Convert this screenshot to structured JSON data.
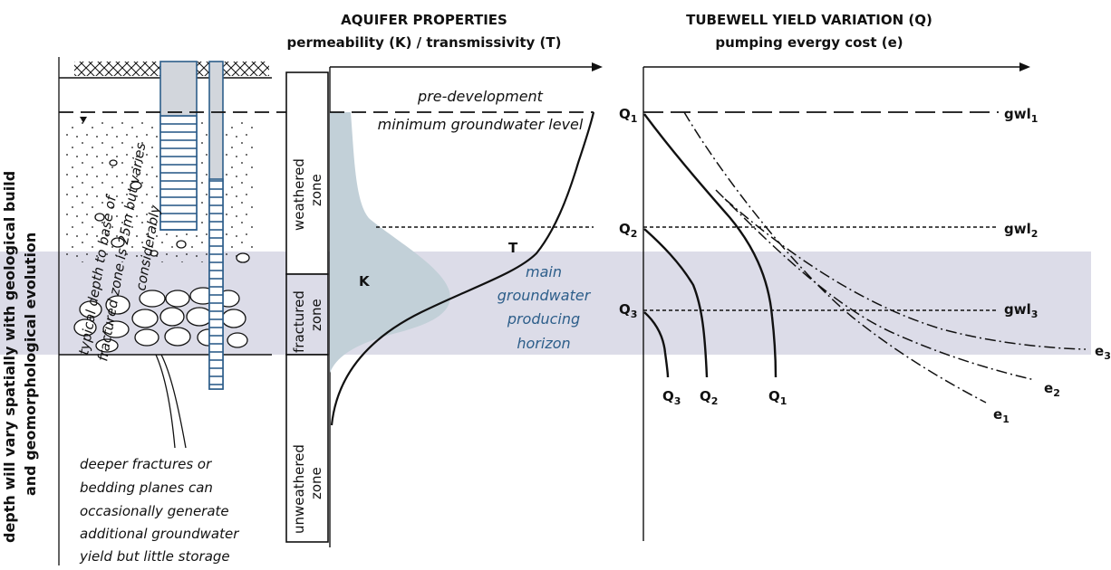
{
  "left_axis_label_line1": "depth will vary spatially with  geological build",
  "left_axis_label_line2": "and geomorphological evolution",
  "depth_note_line1": "typical depth to base of",
  "depth_note_line2": "fractured zone is 25m but varies",
  "depth_note_line3": "considerably",
  "deep_note": [
    "deeper fractures or",
    "bedding planes can",
    "occasionally generate",
    "additional groundwater",
    "yield but little storage"
  ],
  "zones": {
    "weathered_line1": "weathered",
    "weathered_line2": "zone",
    "fractured_line1": "fractured",
    "fractured_line2": "zone",
    "unweathered_line1": "unweathered",
    "unweathered_line2": "zone"
  },
  "aquifer": {
    "title": "AQUIFER PROPERTIES",
    "subtitle": "permeability (K) / transmissivity (T)",
    "pre_dev_line1": "pre-development",
    "pre_dev_line2": "minimum groundwater  level",
    "k_label": "K",
    "t_label": "T",
    "horizon_line1": "main",
    "horizon_line2": "groundwater",
    "horizon_line3": "producing",
    "horizon_line4": "horizon"
  },
  "yield": {
    "title": "TUBEWELL YIELD  VARIATION (Q)",
    "subtitle": "pumping evergy cost (e)",
    "q_levels": [
      {
        "main": "Q",
        "sub": "1"
      },
      {
        "main": "Q",
        "sub": "2"
      },
      {
        "main": "Q",
        "sub": "3"
      }
    ],
    "gwl_labels": [
      {
        "main": "gwl",
        "sub": "1"
      },
      {
        "main": "gwl",
        "sub": "2"
      },
      {
        "main": "gwl",
        "sub": "3"
      }
    ],
    "q_curve_labels": [
      {
        "main": "Q",
        "sub": "3"
      },
      {
        "main": "Q",
        "sub": "2"
      },
      {
        "main": "Q",
        "sub": "1"
      }
    ],
    "e_labels": [
      {
        "main": "e",
        "sub": "1"
      },
      {
        "main": "e",
        "sub": "2"
      },
      {
        "main": "e",
        "sub": "3"
      }
    ]
  },
  "colors": {
    "band": "#dcdce8",
    "k_fill": "#c2d0d8",
    "horizon_text": "#2d5e8a"
  }
}
